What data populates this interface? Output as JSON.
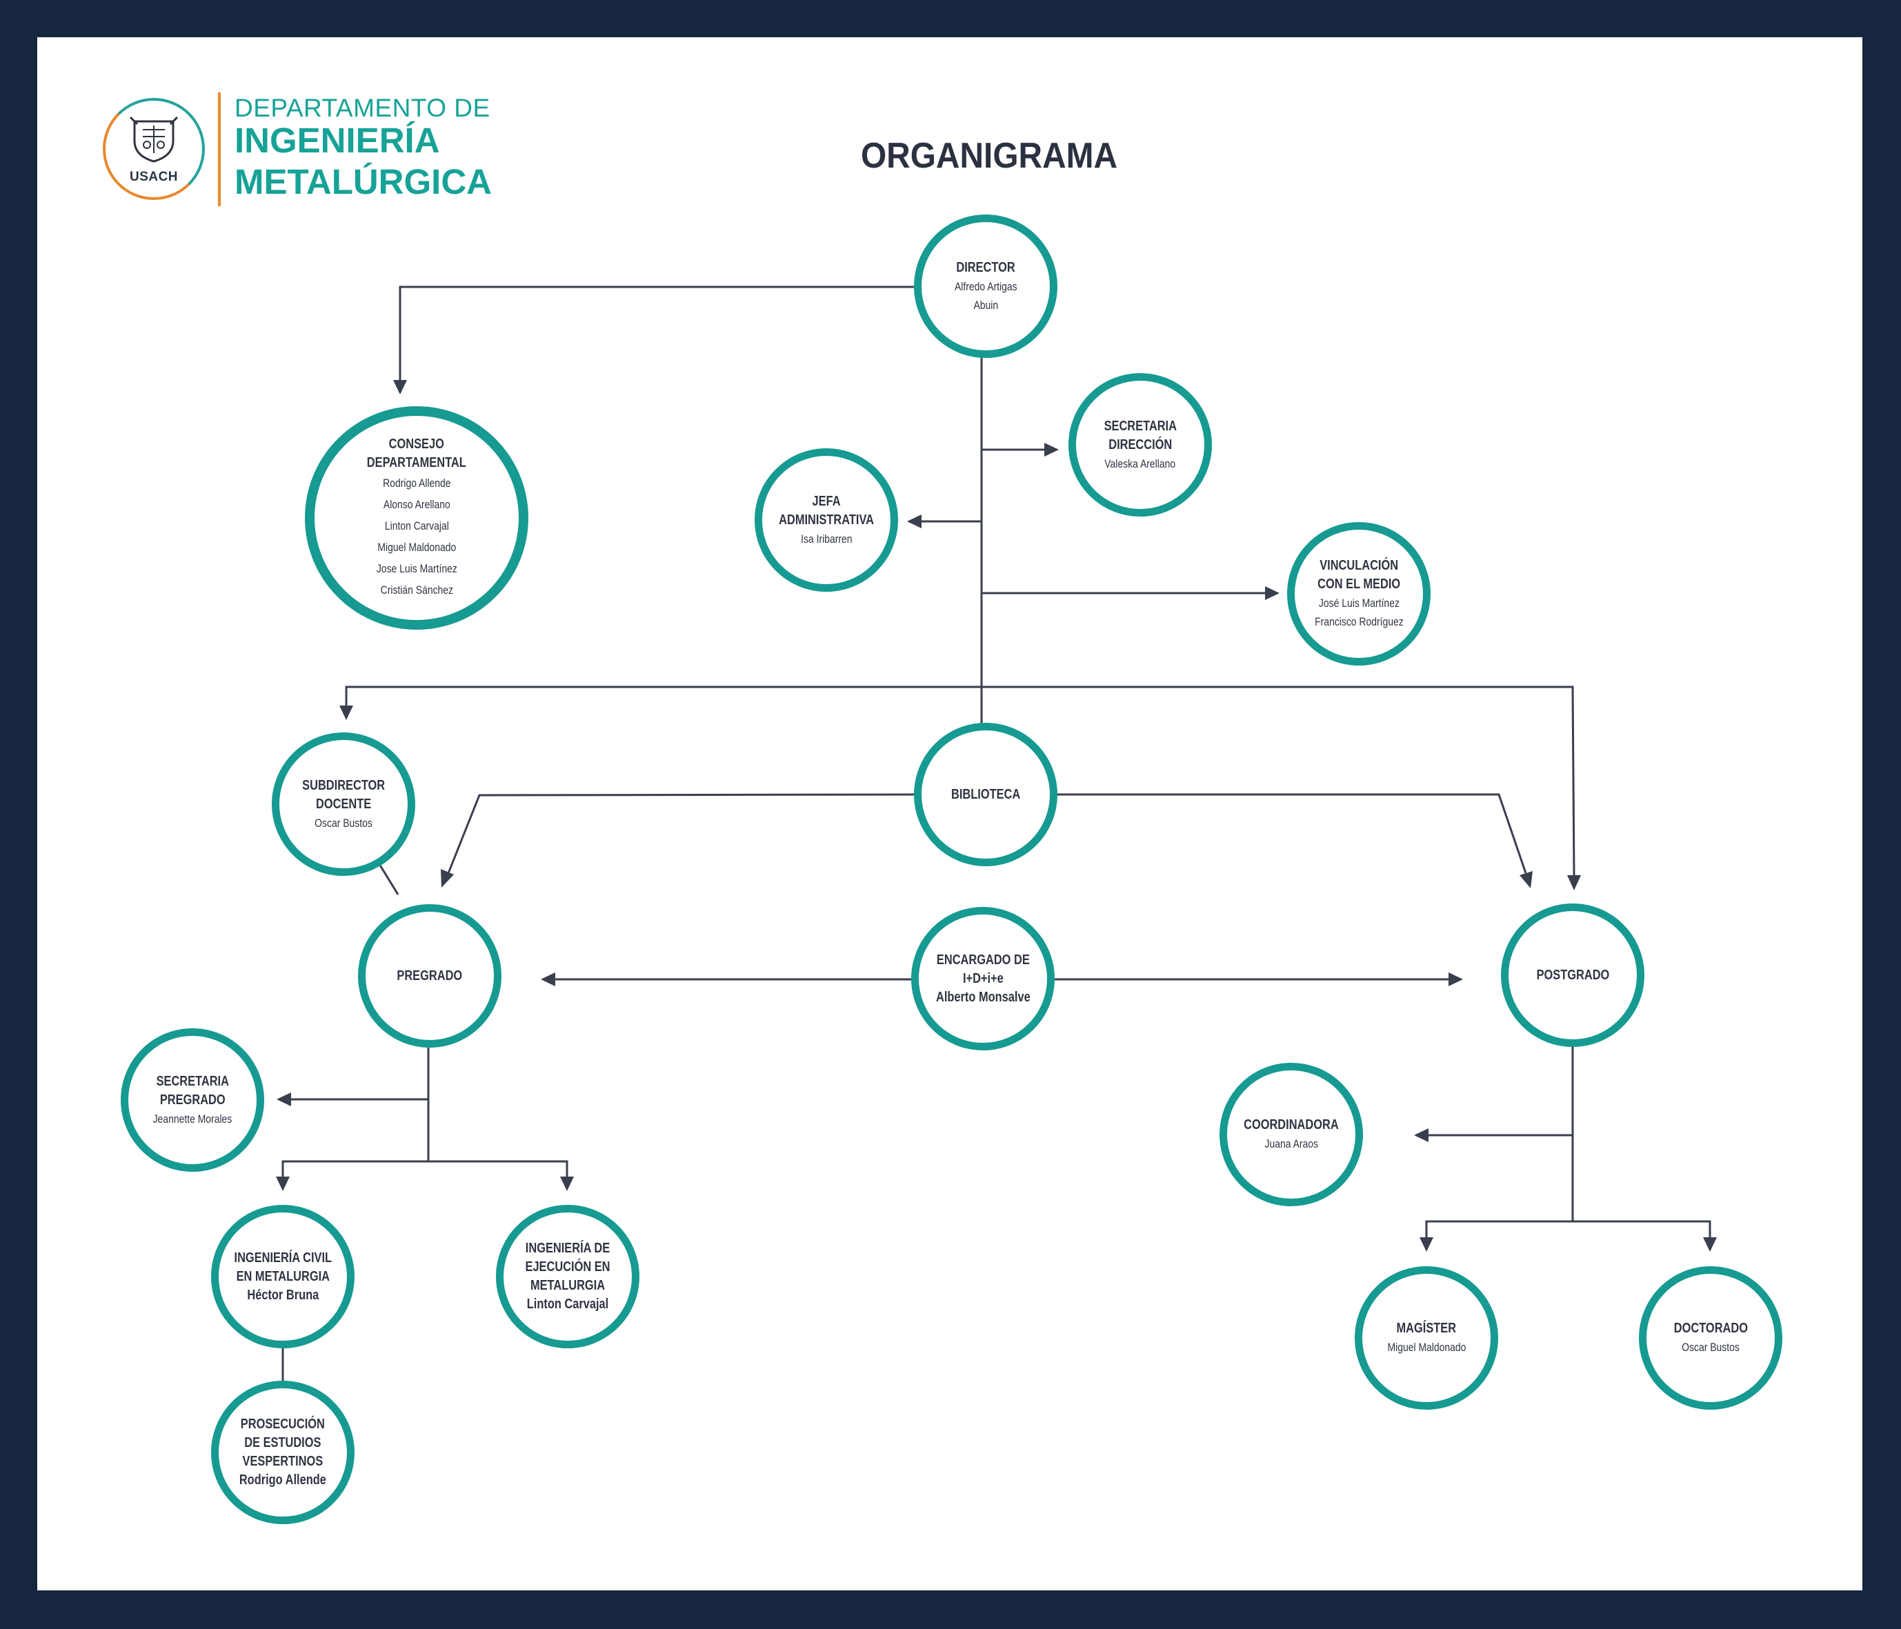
{
  "header": {
    "badge_text": "USACH",
    "dept_line1": "DEPARTAMENTO DE",
    "dept_line2": "INGENIERÍA",
    "dept_line3": "METALÚRGICA"
  },
  "chart_title": "ORGANIGRAMA",
  "colors": {
    "frame": "#17263f",
    "node_ring": "#169a92",
    "accent": "#e88a2f",
    "text": "#2f3440"
  },
  "nodes": {
    "director": {
      "role": "DIRECTOR",
      "people": "Alfredo Artigas\nAbuin"
    },
    "consejo": {
      "role": "CONSEJO\nDEPARTAMENTAL",
      "people": "Rodrigo Allende\nAlonso Arellano\nLinton Carvajal\nMiguel Maldonado\nJose Luis Martínez\nCristián Sánchez"
    },
    "secretaria_direccion": {
      "role": "SECRETARIA\nDIRECCIÓN",
      "people": "Valeska Arellano"
    },
    "jefa_administrativa": {
      "role": "JEFA\nADMINISTRATIVA",
      "people": "Isa Iribarren"
    },
    "vinculacion": {
      "role": "VINCULACIÓN\nCON EL MEDIO",
      "people": "José Luis Martínez\nFrancisco Rodríguez"
    },
    "subdirector": {
      "role": "SUBDIRECTOR\nDOCENTE",
      "people": "Oscar Bustos"
    },
    "biblioteca": {
      "role": "BIBLIOTECA",
      "people": ""
    },
    "pregrado": {
      "role": "PREGRADO",
      "people": ""
    },
    "encargado": {
      "role": "ENCARGADO DE\nI+D+i+e\nAlberto Monsalve",
      "people": ""
    },
    "postgrado": {
      "role": "POSTGRADO",
      "people": ""
    },
    "secretaria_pregrado": {
      "role": "SECRETARIA\nPREGRADO",
      "people": "Jeannette Morales"
    },
    "coordinadora": {
      "role": "COORDINADORA",
      "people": "Juana Araos"
    },
    "ing_civil": {
      "role": "INGENIERÍA CIVIL\nEN METALURGIA\nHéctor Bruna",
      "people": ""
    },
    "ing_ejecucion": {
      "role": "INGENIERÍA DE\nEJECUCIÓN EN\nMETALURGIA\nLinton Carvajal",
      "people": ""
    },
    "prosecucion": {
      "role": "PROSECUCIÓN\nDE ESTUDIOS\nVESPERTINOS\nRodrigo Allende",
      "people": ""
    },
    "magister": {
      "role": "MAGÍSTER",
      "people": "Miguel Maldonado"
    },
    "doctorado": {
      "role": "DOCTORADO",
      "people": "Oscar Bustos"
    }
  }
}
